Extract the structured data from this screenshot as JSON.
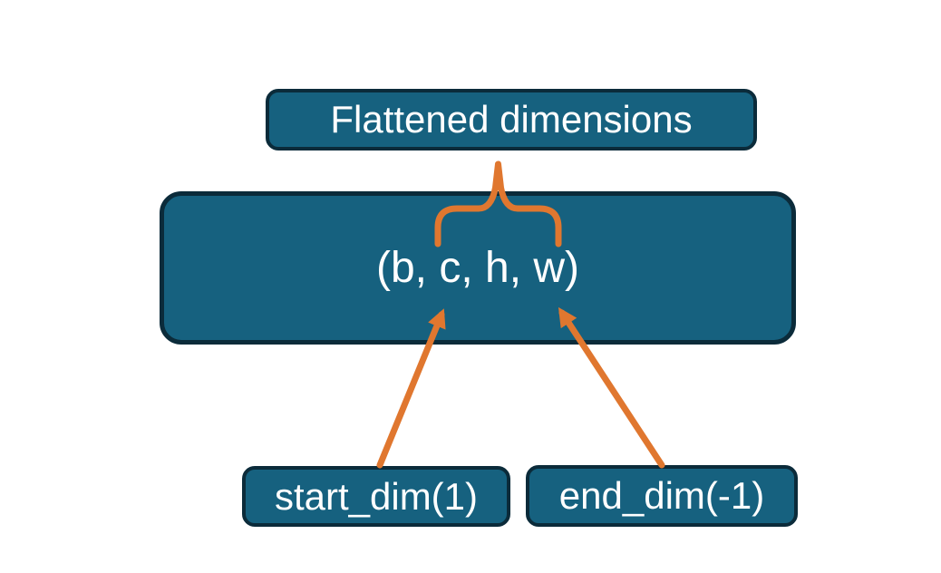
{
  "diagram": {
    "title_box": {
      "label": "Flattened dimensions"
    },
    "tensor_box": {
      "label": "(b, c, h, w)"
    },
    "start_dim_box": {
      "label": "start_dim(1)"
    },
    "end_dim_box": {
      "label": "end_dim(-1)"
    }
  },
  "colors": {
    "background": "#ffffff",
    "box_fill": "#16617F",
    "box_border": "#0B2B3A",
    "connector_orange": "#E0772F",
    "text": "#FFFFFF"
  }
}
